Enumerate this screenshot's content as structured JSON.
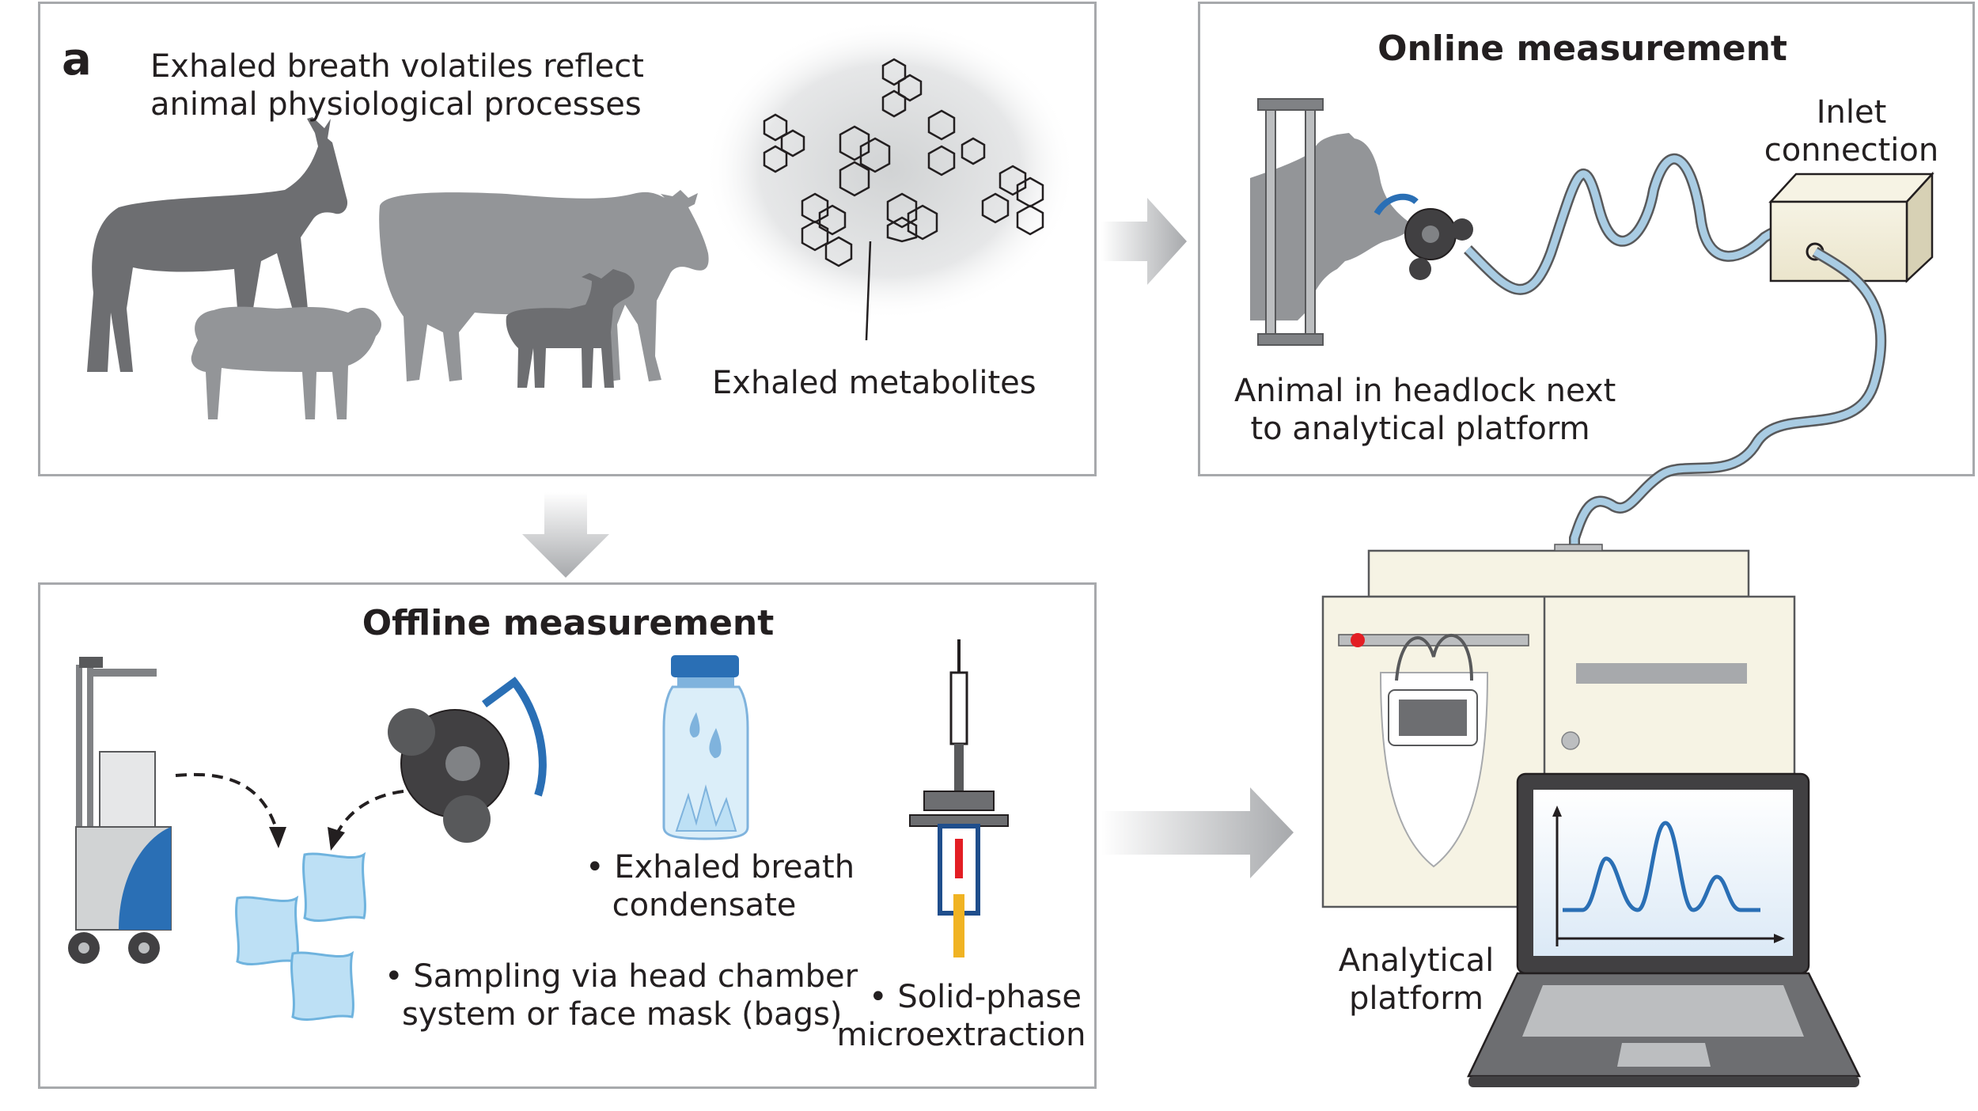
{
  "panel_letter": "a",
  "top_left": {
    "title_line1": "Exhaled breath volatiles reflect",
    "title_line2": "animal physiological processes",
    "metabolites_label": "Exhaled metabolites"
  },
  "online": {
    "heading": "Online measurement",
    "headlock_line1": "Animal in headlock next",
    "headlock_line2": "to analytical platform",
    "inlet_line1": "Inlet",
    "inlet_line2": "connection"
  },
  "offline": {
    "heading": "Offline measurement",
    "condensate_line1": "Exhaled breath",
    "condensate_line2": "condensate",
    "sampling_line1": "Sampling via head chamber",
    "sampling_line2": "system or face mask (bags)",
    "spme_line1": "Solid-phase",
    "spme_line2": "microextraction",
    "bullet": "•"
  },
  "platform": {
    "label_line1": "Analytical",
    "label_line2": "platform"
  },
  "colors": {
    "panel_border": "#a7a9ac",
    "silhouette_dark": "#6d6e71",
    "silhouette_light": "#939598",
    "tube": "#a9cce3",
    "accent_blue": "#2a6fb5",
    "arrow_gray": "#a7a9ac"
  }
}
